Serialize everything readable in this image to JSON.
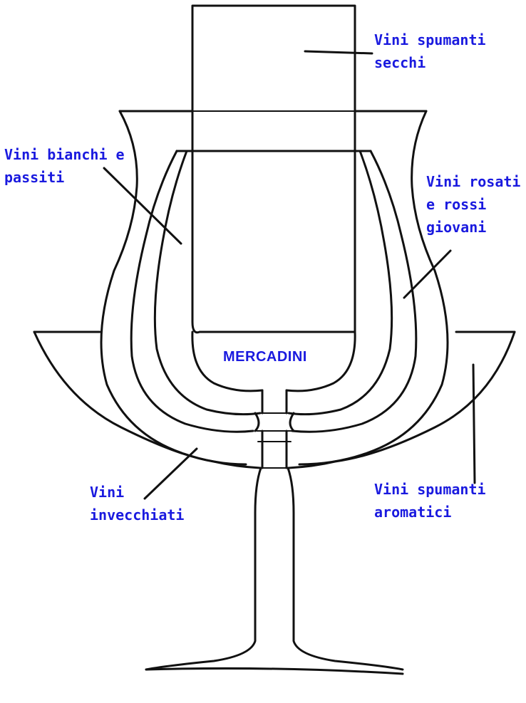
{
  "diagram": {
    "brand": "MERCADINI",
    "labels": {
      "spumanti_secchi": [
        "Vini spumanti",
        "secchi"
      ],
      "bianchi_passiti": [
        "Vini bianchi e",
        "passiti"
      ],
      "rosati_rossi": [
        "Vini rosati",
        "e rossi",
        "giovani"
      ],
      "invecchiati": [
        "Vini",
        "invecchiati"
      ],
      "spumanti_aromatici": [
        "Vini spumanti",
        "aromatici"
      ]
    },
    "colors": {
      "label_text": "#1a1adf",
      "pointer_line": "#e0001b",
      "outline": "#111111"
    }
  }
}
